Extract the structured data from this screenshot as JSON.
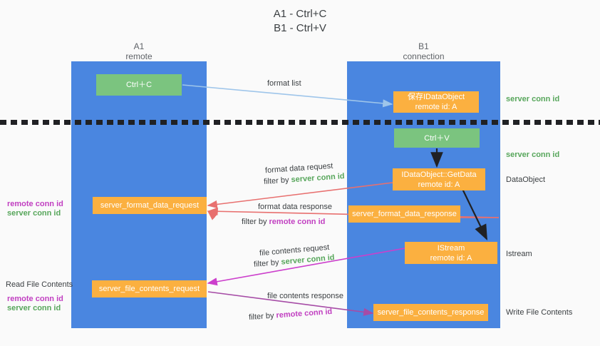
{
  "header": {
    "line1": "A1 - Ctrl+C",
    "line2": "B1 - Ctrl+V"
  },
  "columns": [
    {
      "name": "A1",
      "sub": "remote"
    },
    {
      "name": "B1",
      "sub": "connection"
    }
  ],
  "nodes": {
    "ctrl_c": {
      "label": "Ctrl＋C",
      "sub": ""
    },
    "save_idataobject": {
      "label": "保存IDataObject",
      "sub": "remote id: A"
    },
    "ctrl_v": {
      "label": "Ctrl＋V",
      "sub": ""
    },
    "getdata": {
      "label": "IDataObject::GetData",
      "sub": "remote id: A"
    },
    "server_format_data_request": {
      "label": "server_format_data_request",
      "sub": ""
    },
    "server_format_data_response": {
      "label": "server_format_data_response",
      "sub": ""
    },
    "istream": {
      "label": "IStream",
      "sub": "remote id: A"
    },
    "server_file_contents_request": {
      "label": "server_file_contents_request",
      "sub": ""
    },
    "server_file_contents_response": {
      "label": "server_file_contents_response",
      "sub": ""
    }
  },
  "edge_labels": {
    "format_list": "format list",
    "format_data_request": "format data request",
    "format_data_request_filter_pre": "filter by ",
    "format_data_request_filter_id": "server conn id",
    "format_data_response": "format data response",
    "format_data_response_filter_pre": "filter by ",
    "format_data_response_filter_id": "remote conn id",
    "file_contents_request": "file contents request",
    "file_contents_request_filter_pre": "filter by ",
    "file_contents_request_filter_id": "server conn id",
    "file_contents_response": "file contents response",
    "file_contents_response_filter_pre": "filter by ",
    "file_contents_response_filter_id": "remote conn id"
  },
  "right_notes": {
    "server_conn_id_top": "server conn id",
    "server_conn_id_mid": "server conn id",
    "dataobject": "DataObject",
    "istream": "Istream",
    "write_file_contents": "Write File Contents"
  },
  "left_notes": {
    "remote_conn_id_1": "remote conn id",
    "server_conn_id_1": "server conn id",
    "read_file_contents": "Read File Contents",
    "remote_conn_id_2": "remote conn id",
    "server_conn_id_2": "server conn id"
  },
  "colors": {
    "lane": "#4a86e0",
    "green_node": "#7bc47f",
    "orange_node": "#fbb040",
    "blue_arrow": "#9ec5ea",
    "red_arrow": "#e8706f",
    "magenta_arrow": "#cc3fcc",
    "purple_arrow": "#a64ca6",
    "black_arrow": "#202124",
    "green_text": "#57a65b",
    "purple_text": "#c13fc1",
    "background": "#fafafa"
  }
}
